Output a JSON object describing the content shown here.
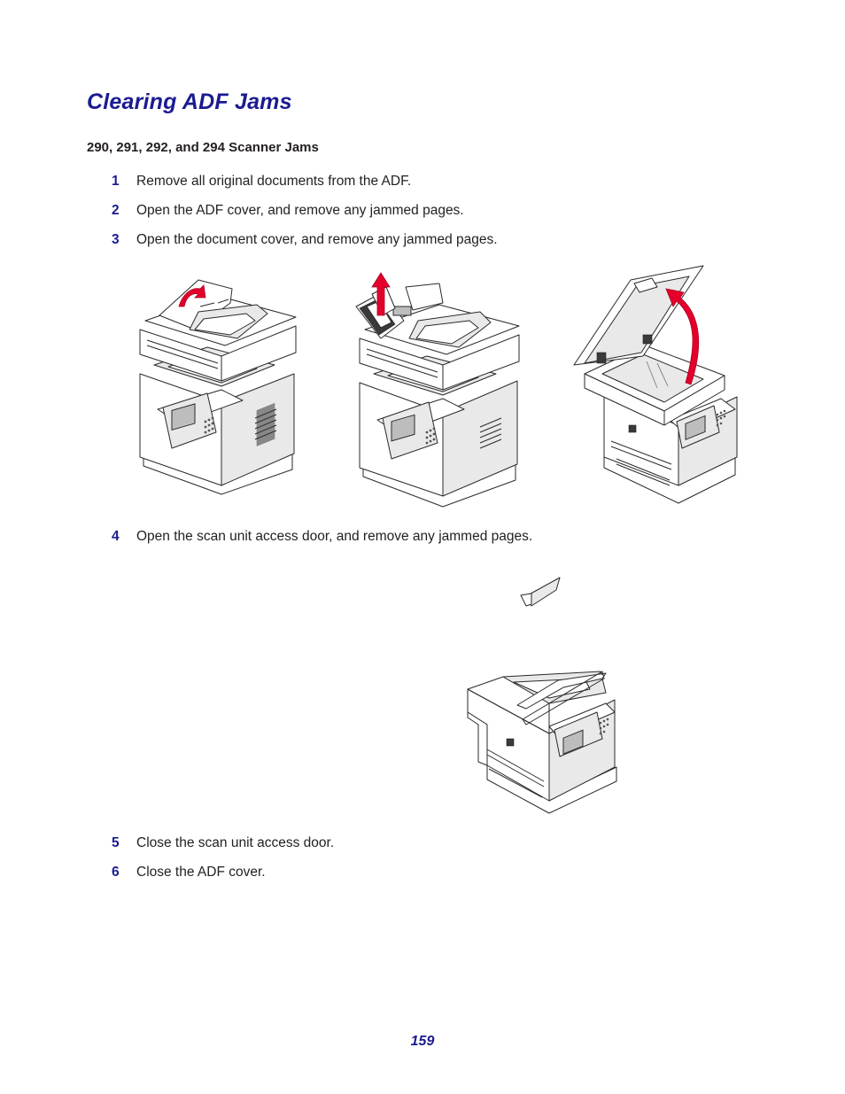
{
  "page": {
    "title": "Clearing ADF Jams",
    "subheading": "290, 291, 292, and 294 Scanner Jams",
    "page_number": "159"
  },
  "steps": [
    {
      "num": "1",
      "text": "Remove all original documents from the ADF."
    },
    {
      "num": "2",
      "text": "Open the ADF cover, and remove any jammed pages."
    },
    {
      "num": "3",
      "text": "Open the document cover, and remove any jammed pages."
    },
    {
      "num": "4",
      "text": "Open the scan unit access door, and remove any jammed pages."
    },
    {
      "num": "5",
      "text": "Close the scan unit access door."
    },
    {
      "num": "6",
      "text": "Close the ADF cover."
    }
  ],
  "colors": {
    "heading": "#1b1b91",
    "arrow": "#e4002b"
  }
}
